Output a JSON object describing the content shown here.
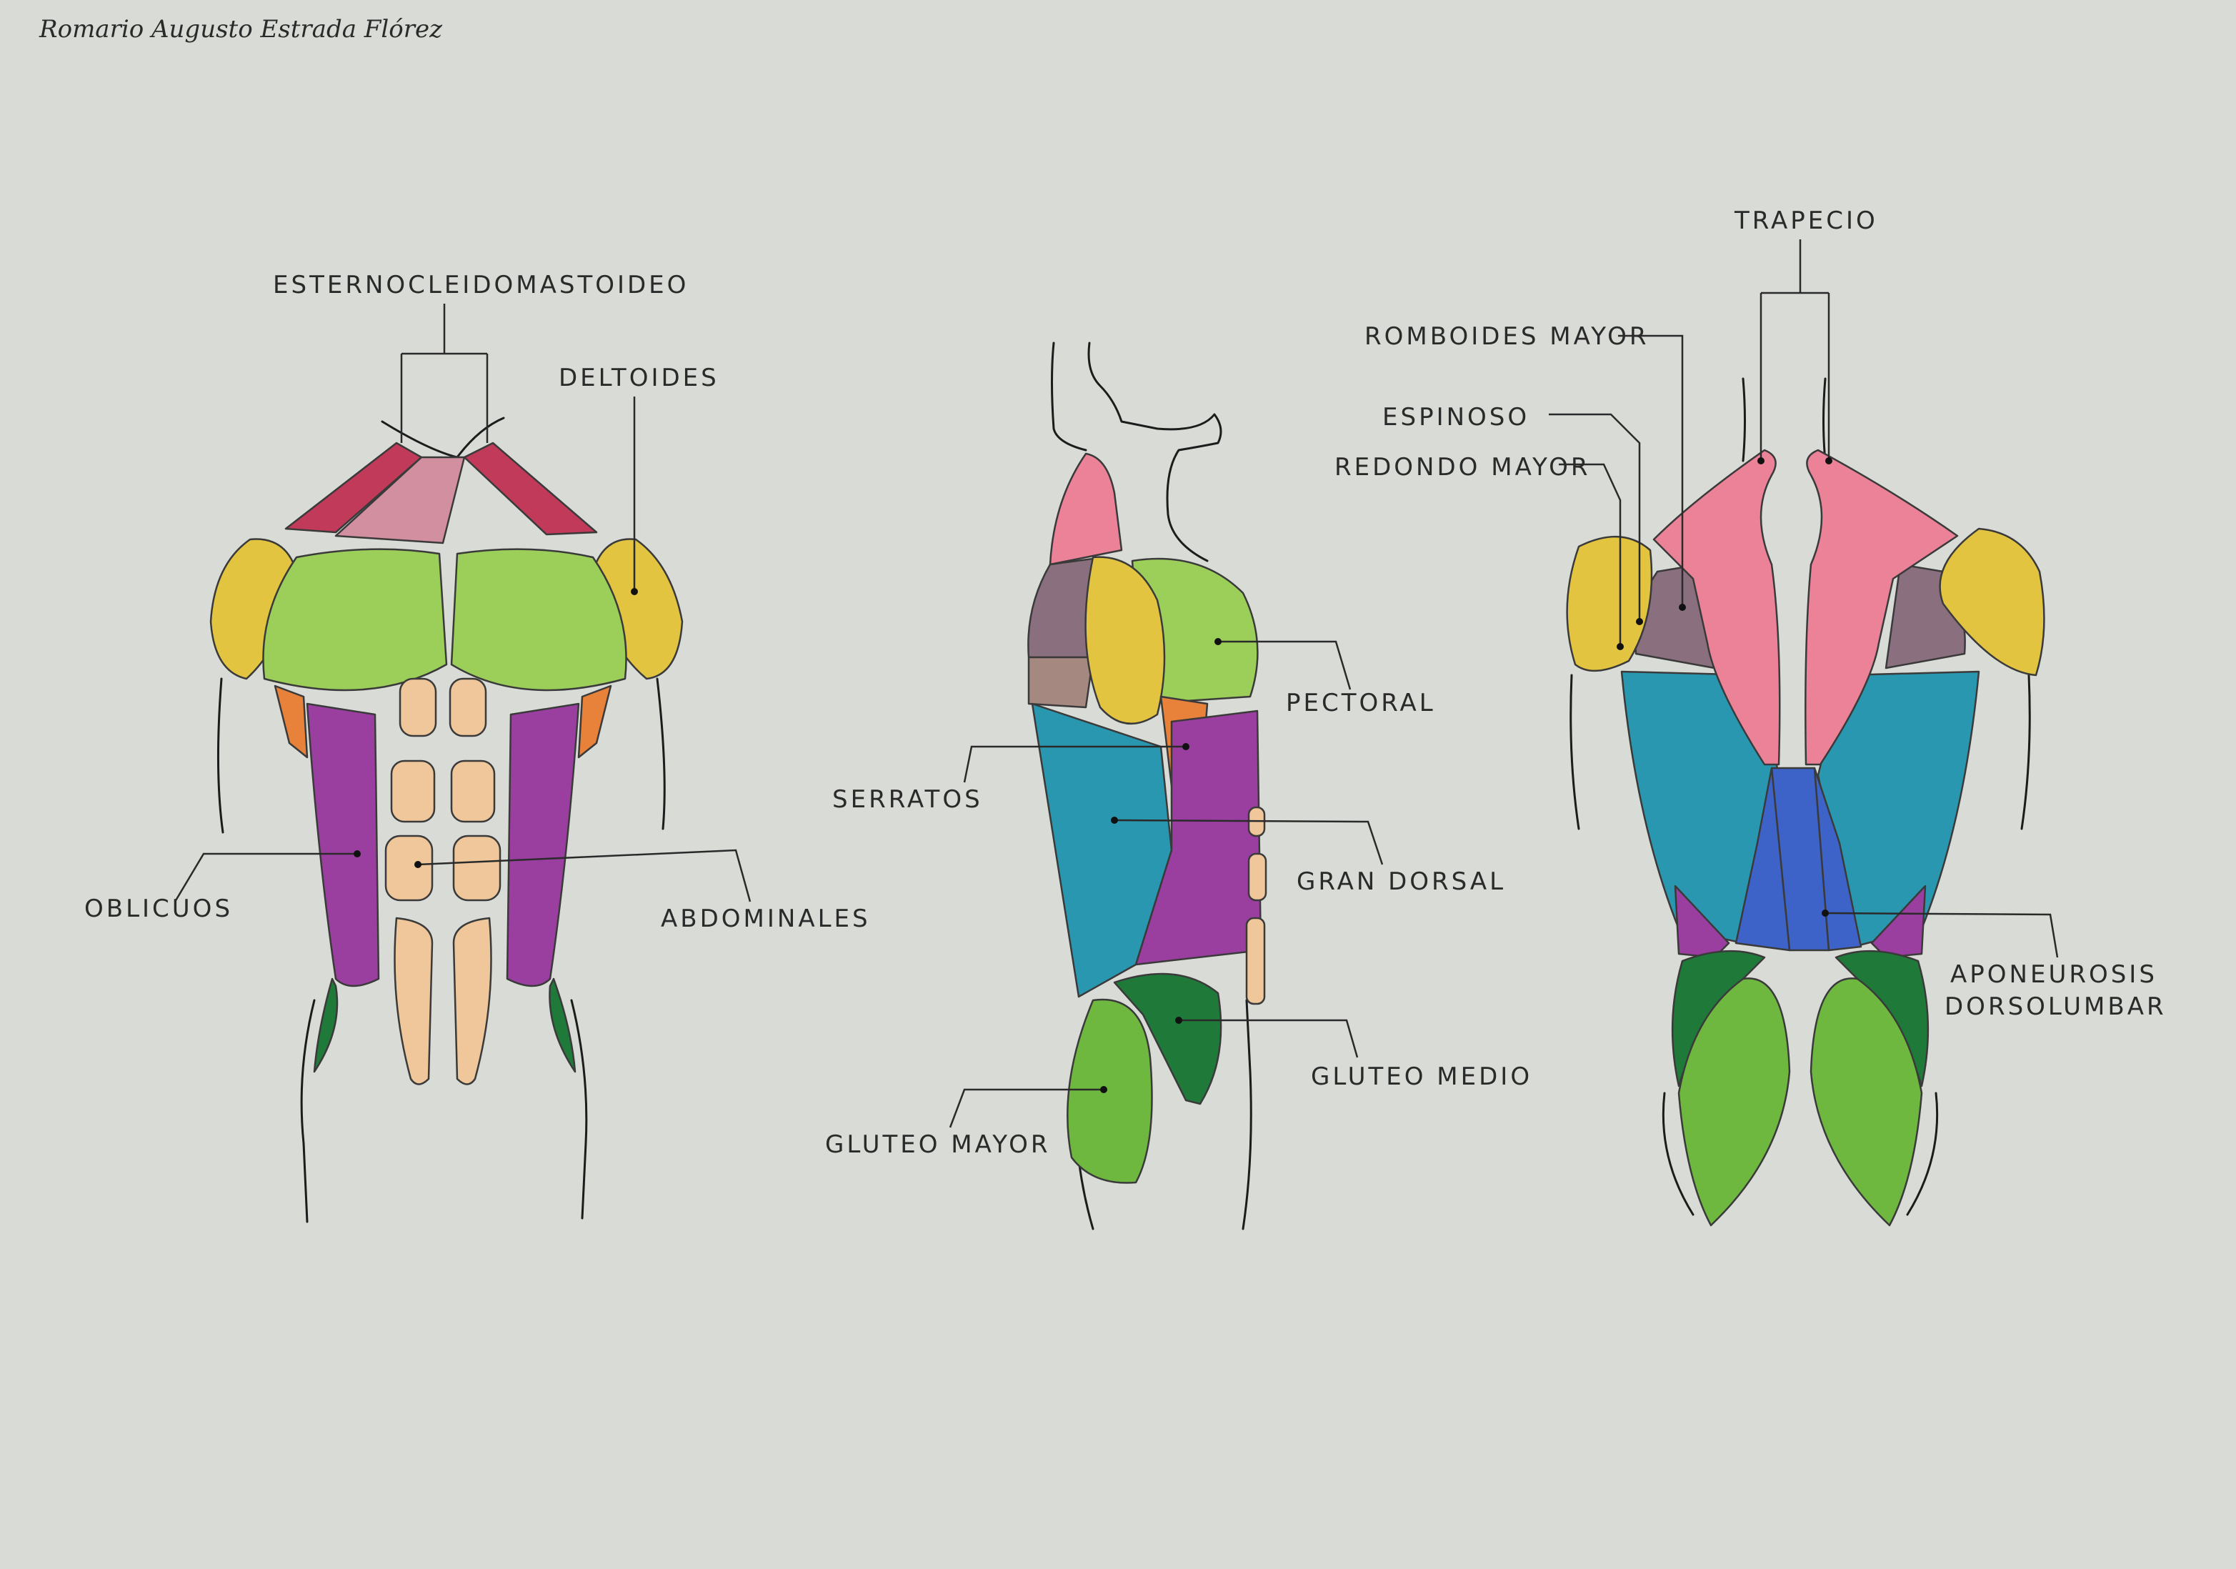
{
  "author": "Romario Augusto Estrada Flórez",
  "labels": {
    "esternocleidomastoideo": "ESTERNOCLEIDOMASTOIDEO",
    "deltoides": "DELTOIDES",
    "oblicuos": "OBLICUOS",
    "abdominales": "ABDOMINALES",
    "pectoral": "PECTORAL",
    "serratos": "SERRATOS",
    "gran_dorsal": "GRAN DORSAL",
    "gluteo_medio": "GLUTEO MEDIO",
    "gluteo_mayor": "GLUTEO MAYOR",
    "trapecio": "TRAPECIO",
    "romboides_mayor": "ROMBOIDES MAYOR",
    "espinoso": "ESPINOSO",
    "redondo_mayor": "REDONDO MAYOR",
    "aponeurosis": "APONEUROSIS",
    "dorsolumbar": "DORSOLUMBAR"
  },
  "colors": {
    "paper": "#d9dbd6",
    "neck_muscle": "#c23a5a",
    "deltoid": "#e3c440",
    "pectoral": "#9ccf5a",
    "oblique": "#9a3fa0",
    "abdominal": "#efc79a",
    "serratus": "#e8823a",
    "latissimus": "#2a97b0",
    "trapezius": "#ec8298",
    "rhomboid": "#8a6f7e",
    "gluteus_medius": "#1f7a3a",
    "gluteus_maximus": "#6fb83f",
    "aponeurosis": "#3d63c8"
  }
}
